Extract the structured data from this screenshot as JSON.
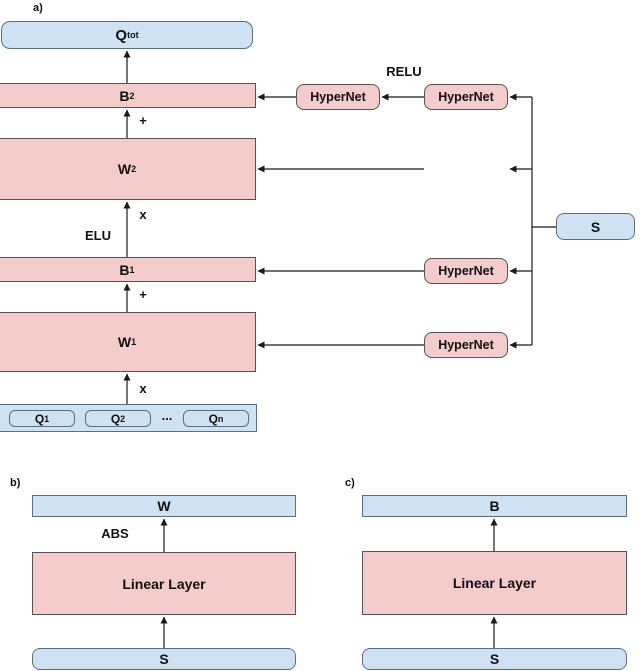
{
  "figure": {
    "colors": {
      "blue_fill": "#cfe2f3",
      "pink_fill": "#f4cccc",
      "line": "#1a1a1a"
    },
    "diagram_a": {
      "label": "a)",
      "qtot": {
        "main": "Q",
        "sub": "tot"
      },
      "b2": {
        "main": "B",
        "sub": "2"
      },
      "w2": {
        "main": "W",
        "sub": "2"
      },
      "b1": {
        "main": "B",
        "sub": "1"
      },
      "w1": {
        "main": "W",
        "sub": "1"
      },
      "q1": {
        "main": "Q",
        "sub": "1"
      },
      "q2": {
        "main": "Q",
        "sub": "2"
      },
      "qdots": "...",
      "qn": {
        "main": "Q",
        "sub": "n"
      },
      "hypernet": "HyperNet",
      "s": "S",
      "relu": "RELU",
      "elu": "ELU",
      "plus": "+",
      "times": "x"
    },
    "diagram_b": {
      "label": "b)",
      "w": "W",
      "abs": "ABS",
      "linear": "Linear Layer",
      "s": "S"
    },
    "diagram_c": {
      "label": "c)",
      "b": "B",
      "linear": "Linear Layer",
      "s": "S"
    }
  }
}
